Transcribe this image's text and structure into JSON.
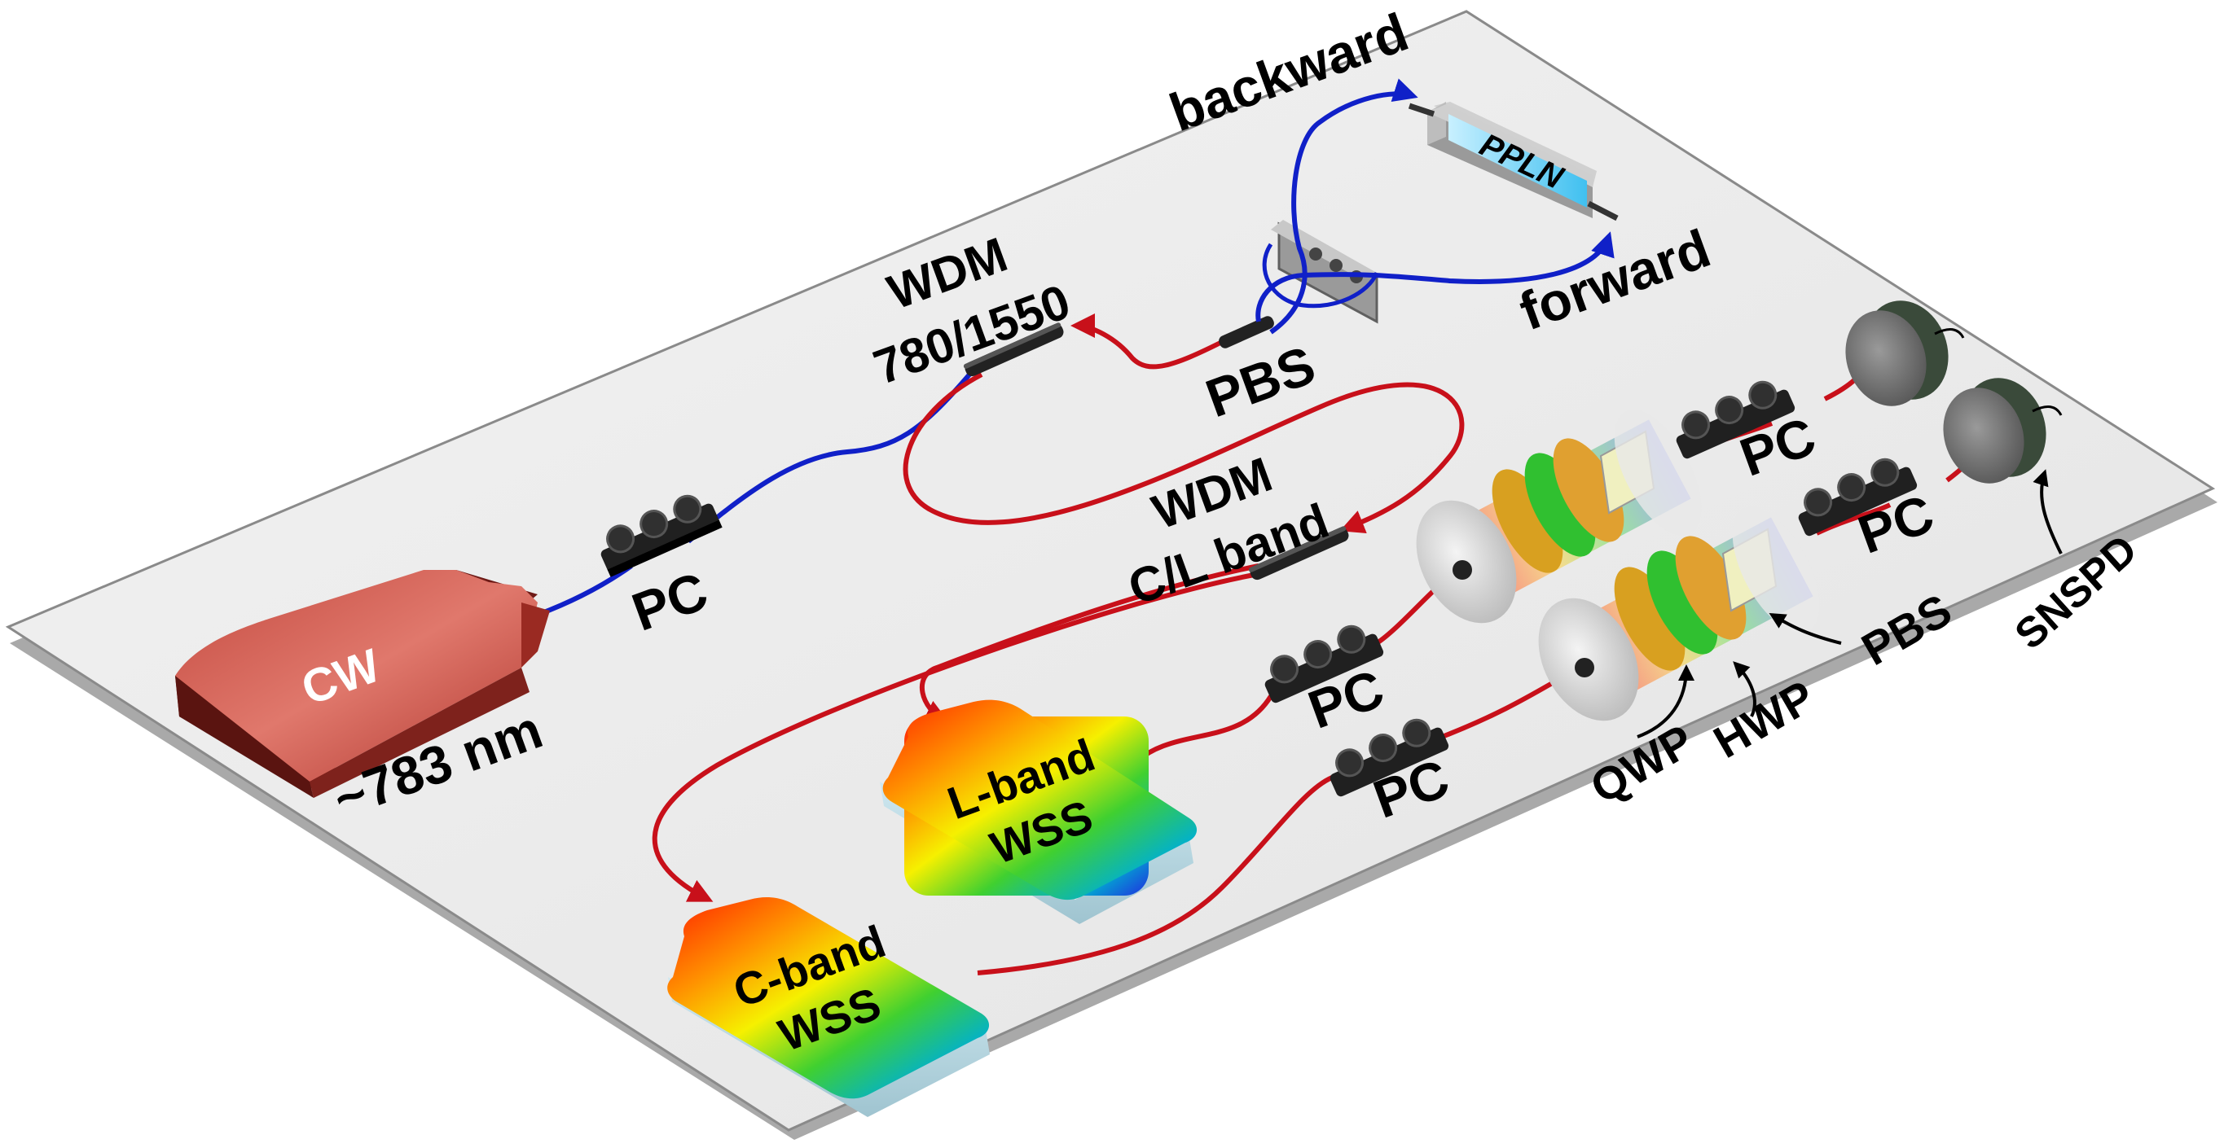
{
  "labels": {
    "cw": "CW",
    "wavelength": "~783 nm",
    "pc_pump": "PC",
    "wdm1_line1": "WDM",
    "wdm1_line2": "780/1550",
    "pbs_top": "PBS",
    "ppln": "PPLN",
    "backward": "backward",
    "forward": "forward",
    "wdm2_line1": "WDM",
    "wdm2_line2": "C/L band",
    "lwss_line1": "L-band",
    "lwss_line2": "WSS",
    "cwss_line1": "C-band",
    "cwss_line2": "WSS",
    "pc_l": "PC",
    "pc_c": "PC",
    "pc_out1": "PC",
    "pc_out2": "PC",
    "qwp": "QWP",
    "hwp": "HWP",
    "pbs_bottom": "PBS",
    "snspd": "SNSPD"
  },
  "colors": {
    "pump_fiber": "#1020c8",
    "signal_fiber": "#c8101a",
    "table": "#ececec",
    "laser": "#a8322c"
  }
}
